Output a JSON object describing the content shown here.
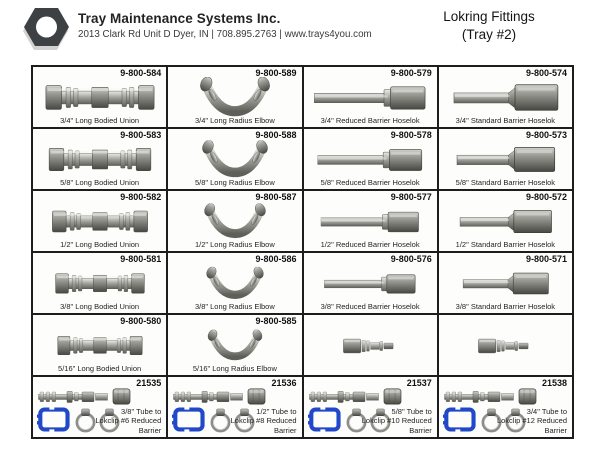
{
  "header": {
    "logo_icon": "hex-nut-icon",
    "company": "Tray Maintenance Systems Inc.",
    "address": "2013 Clark Rd Unit D Dyer, IN | 708.895.2763 | www.trays4you.com",
    "title_line1": "Lokring Fittings",
    "title_line2": "(Tray #2)"
  },
  "colors": {
    "grid_border": "#1d1d1d",
    "logo_gray": "#3e4144",
    "lokclip_blue": "#2148c8",
    "metal_light": "#c6c6c1",
    "metal_dark": "#6d6d67"
  },
  "grid": {
    "columns": 4,
    "rows": 6,
    "cells": [
      {
        "part_number": "9-800-584",
        "caption": "3/4\" Long Bodied Union",
        "type": "union"
      },
      {
        "part_number": "9-800-589",
        "caption": "3/4\" Long Radius Elbow",
        "type": "elbow"
      },
      {
        "part_number": "9-800-579",
        "caption": "3/4\" Reduced Barrier Hoselok",
        "type": "hoselok-reduced"
      },
      {
        "part_number": "9-800-574",
        "caption": "3/4\" Standard Barrier Hoselok",
        "type": "hoselok-standard"
      },
      {
        "part_number": "9-800-583",
        "caption": "5/8\" Long Bodied Union",
        "type": "union"
      },
      {
        "part_number": "9-800-588",
        "caption": "5/8\" Long Radius Elbow",
        "type": "elbow"
      },
      {
        "part_number": "9-800-578",
        "caption": "5/8\" Reduced Barrier Hoselok",
        "type": "hoselok-reduced"
      },
      {
        "part_number": "9-800-573",
        "caption": "5/8\" Standard Barrier Hoselok",
        "type": "hoselok-standard"
      },
      {
        "part_number": "9-800-582",
        "caption": "1/2\" Long Bodied Union",
        "type": "union"
      },
      {
        "part_number": "9-800-587",
        "caption": "1/2\" Long Radius Elbow",
        "type": "elbow"
      },
      {
        "part_number": "9-800-577",
        "caption": "1/2\" Reduced Barrier Hoselok",
        "type": "hoselok-reduced"
      },
      {
        "part_number": "9-800-572",
        "caption": "1/2\" Standard Barrier Hoselok",
        "type": "hoselok-standard"
      },
      {
        "part_number": "9-800-581",
        "caption": "3/8\" Long Bodied Union",
        "type": "union"
      },
      {
        "part_number": "9-800-586",
        "caption": "3/8\" Long Radius Elbow",
        "type": "elbow"
      },
      {
        "part_number": "9-800-576",
        "caption": "3/8\" Reduced Barrier Hoselok",
        "type": "hoselok-reduced"
      },
      {
        "part_number": "9-800-571",
        "caption": "3/8\" Standard Barrier Hoselok",
        "type": "hoselok-standard"
      },
      {
        "part_number": "9-800-580",
        "caption": "5/16\" Long Bodied Union",
        "type": "union"
      },
      {
        "part_number": "9-800-585",
        "caption": "5/16\" Long Radius Elbow",
        "type": "elbow"
      },
      {
        "part_number": "",
        "caption": "",
        "type": "adapter"
      },
      {
        "part_number": "",
        "caption": "",
        "type": "adapter"
      },
      {
        "part_number": "21535",
        "caption": "3/8\" Tube to\nLokclip #6 Reduced Barrier",
        "type": "kit"
      },
      {
        "part_number": "21536",
        "caption": "1/2\" Tube to\nLokclip #8 Reduced Barrier",
        "type": "kit"
      },
      {
        "part_number": "21537",
        "caption": "5/8\" Tube to\nLokclip #10 Reduced Barrier",
        "type": "kit"
      },
      {
        "part_number": "21538",
        "caption": "3/4\" Tube to\nLokclip #12 Reduced Barrier",
        "type": "kit"
      }
    ]
  }
}
